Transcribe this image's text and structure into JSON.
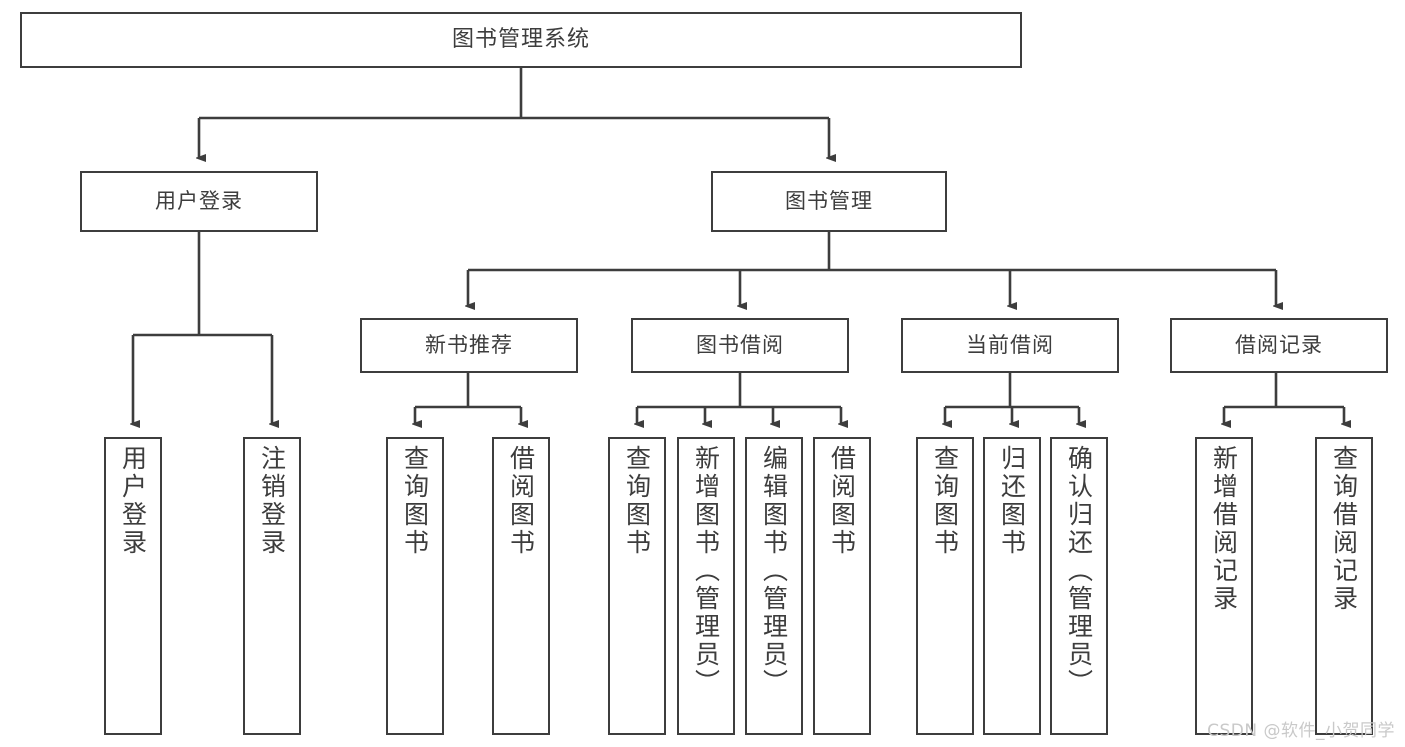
{
  "diagram": {
    "title": "图书管理系统",
    "type": "tree",
    "watermark": "CSDN @软件_小贺同学",
    "colors": {
      "stroke": "#3d3d3d",
      "text": "#3d3d3d",
      "background": "#ffffff",
      "watermark": "#c9c9c9"
    },
    "nodes": {
      "root": {
        "label": "图书管理系统"
      },
      "level1": [
        {
          "id": "user-login",
          "label": "用户登录"
        },
        {
          "id": "book-manage",
          "label": "图书管理"
        }
      ],
      "level2": [
        {
          "id": "new-book-recommend",
          "label": "新书推荐",
          "parent": "book-manage"
        },
        {
          "id": "book-borrow",
          "label": "图书借阅",
          "parent": "book-manage"
        },
        {
          "id": "current-borrow",
          "label": "当前借阅",
          "parent": "book-manage"
        },
        {
          "id": "borrow-record",
          "label": "借阅记录",
          "parent": "book-manage"
        }
      ],
      "leaves": [
        {
          "id": "leaf-user-login",
          "label": "用户登录",
          "parent": "user-login"
        },
        {
          "id": "leaf-user-logout",
          "label": "注销登录",
          "parent": "user-login"
        },
        {
          "id": "leaf-query-book-1",
          "label": "查询图书",
          "parent": "new-book-recommend"
        },
        {
          "id": "leaf-borrow-book-1",
          "label": "借阅图书",
          "parent": "new-book-recommend"
        },
        {
          "id": "leaf-query-book-2",
          "label": "查询图书",
          "parent": "book-borrow"
        },
        {
          "id": "leaf-add-book",
          "label": "新增图书（管理员）",
          "parent": "book-borrow"
        },
        {
          "id": "leaf-edit-book",
          "label": "编辑图书（管理员）",
          "parent": "book-borrow"
        },
        {
          "id": "leaf-borrow-book-2",
          "label": "借阅图书",
          "parent": "book-borrow"
        },
        {
          "id": "leaf-query-book-3",
          "label": "查询图书",
          "parent": "current-borrow"
        },
        {
          "id": "leaf-return-book",
          "label": "归还图书",
          "parent": "current-borrow"
        },
        {
          "id": "leaf-confirm-return",
          "label": "确认归还（管理员）",
          "parent": "current-borrow"
        },
        {
          "id": "leaf-add-record",
          "label": "新增借阅记录",
          "parent": "borrow-record"
        },
        {
          "id": "leaf-query-record",
          "label": "查询借阅记录",
          "parent": "borrow-record"
        }
      ]
    }
  }
}
